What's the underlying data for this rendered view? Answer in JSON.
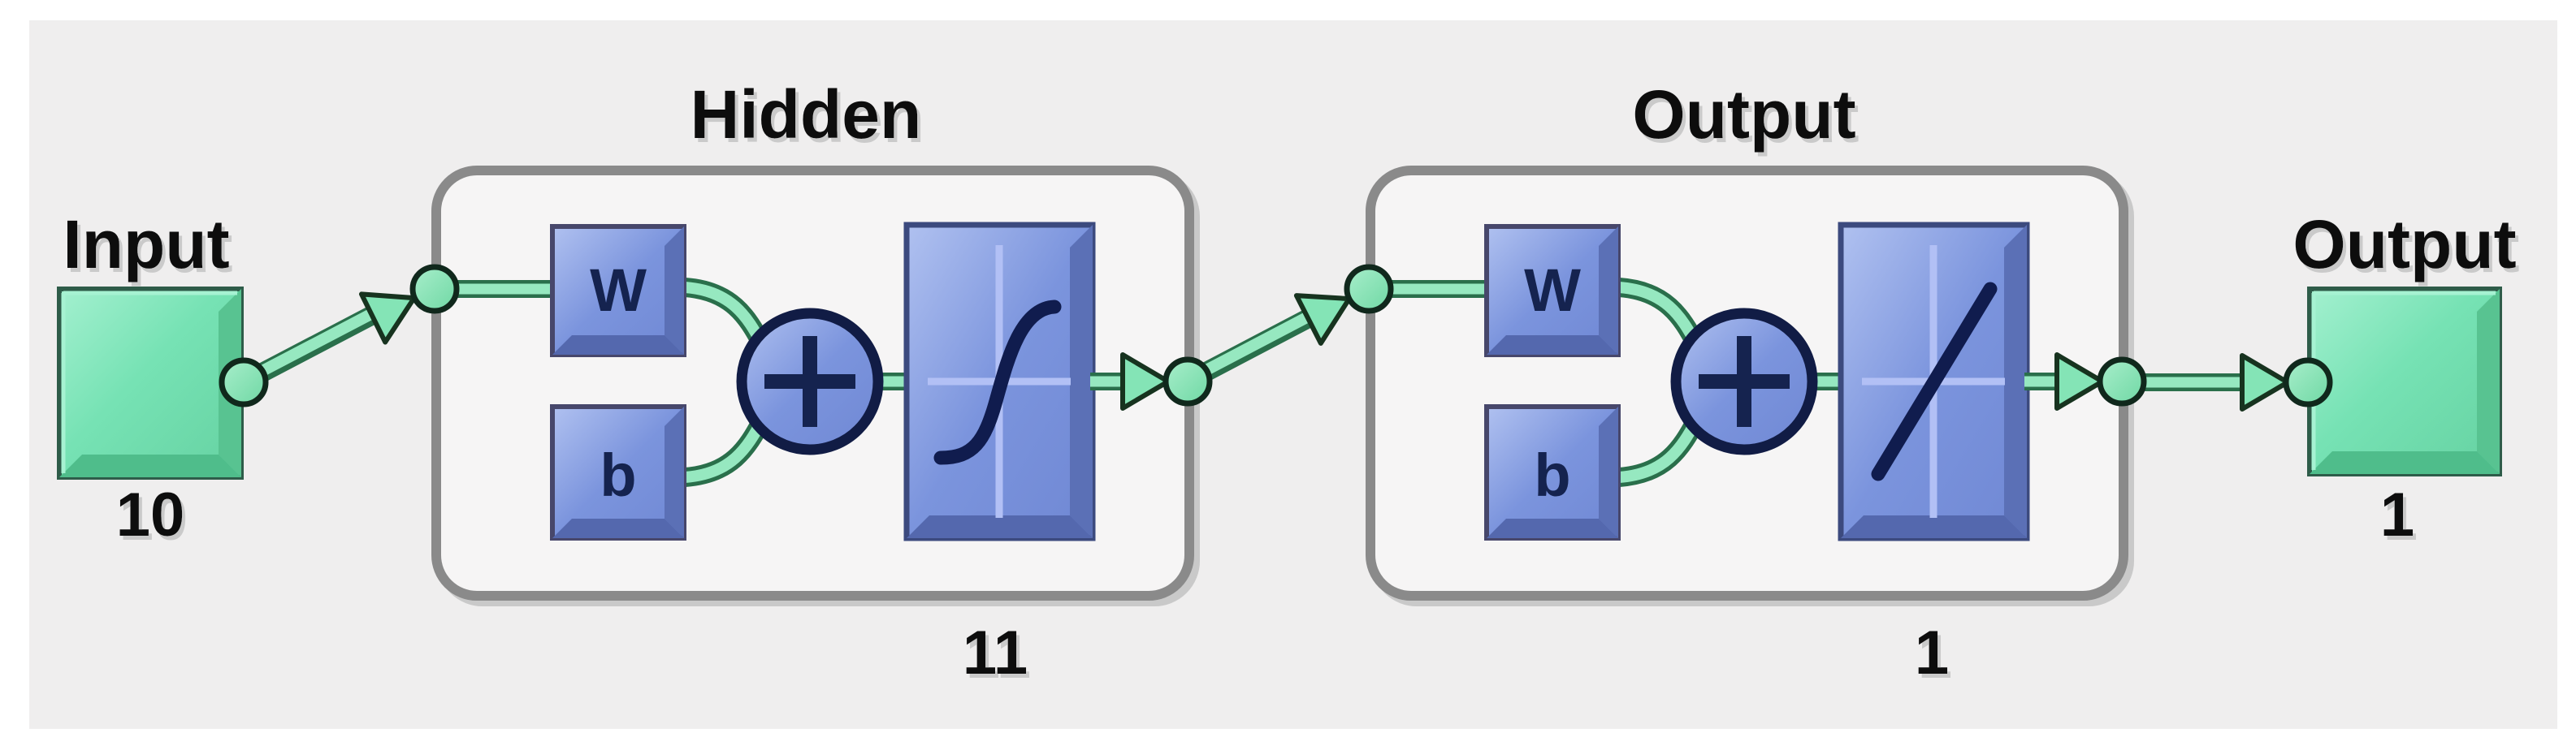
{
  "diagram": {
    "kind": "neural-network-architecture",
    "input_block": {
      "label": "Input",
      "dimension": "10"
    },
    "hidden_layer": {
      "title": "Hidden",
      "neurons": "11",
      "weight_label": "W",
      "bias_label": "b",
      "sum_icon": "plus-sum-icon",
      "activation_icon": "sigmoid-tansig-curve-icon"
    },
    "output_layer": {
      "title": "Output",
      "neurons": "1",
      "weight_label": "W",
      "bias_label": "b",
      "sum_icon": "plus-sum-icon",
      "activation_icon": "linear-purelin-line-icon"
    },
    "output_block": {
      "label": "Output",
      "dimension": "1"
    }
  },
  "colors": {
    "page": "#ffffff",
    "panel_background": "#efeeee",
    "layer_box_fill": "#f6f5f5",
    "layer_box_border": "#8a8a8a",
    "green_block": "#76e2b4",
    "green_block_dark_bevel": "#55c290",
    "blue_block": "#7b94dd",
    "blue_block_dark_bevel": "#5b70b6",
    "navy_glyph": "#15234f",
    "connector_light_green": "#96e8c0",
    "connector_dark_green": "#2a6f4b",
    "port_circle_green": "#7ce0ae",
    "text": "#0e0e0e"
  }
}
